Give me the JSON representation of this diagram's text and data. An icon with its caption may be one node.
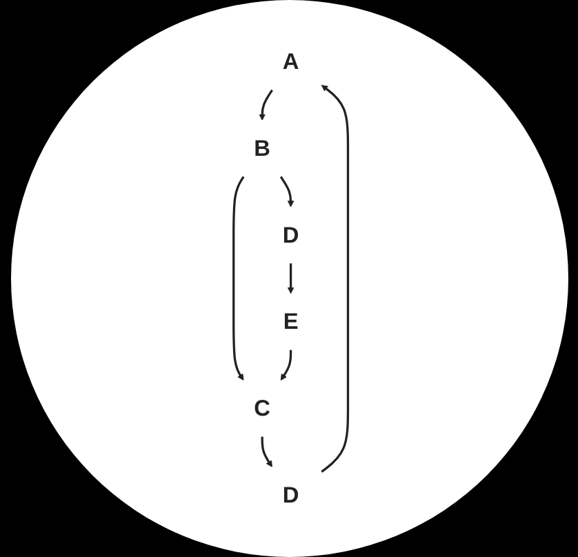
{
  "diagram": {
    "nodes": [
      {
        "text": [
          "A"
        ]
      },
      {
        "text": [
          "B"
        ]
      },
      {
        "text": [
          "D"
        ]
      },
      {
        "text": [
          "C"
        ]
      },
      {
        "text": [
          "E"
        ]
      },
      {
        "text": [
          "D"
        ]
      }
    ],
    "edges": [
      {
        "from": 0,
        "to": 1,
        "arrow": "to"
      },
      {
        "from": 1,
        "to": 2,
        "arrow": "to"
      },
      {
        "from": 1,
        "to": 3,
        "arrow": "to"
      },
      {
        "from": 2,
        "to": 4,
        "arrow": "to"
      },
      {
        "from": 4,
        "to": 3,
        "arrow": "to"
      },
      {
        "from": 3,
        "to": 5,
        "arrow": "to"
      },
      {
        "from": 5,
        "to": 0,
        "arrow": "to"
      }
    ]
  }
}
